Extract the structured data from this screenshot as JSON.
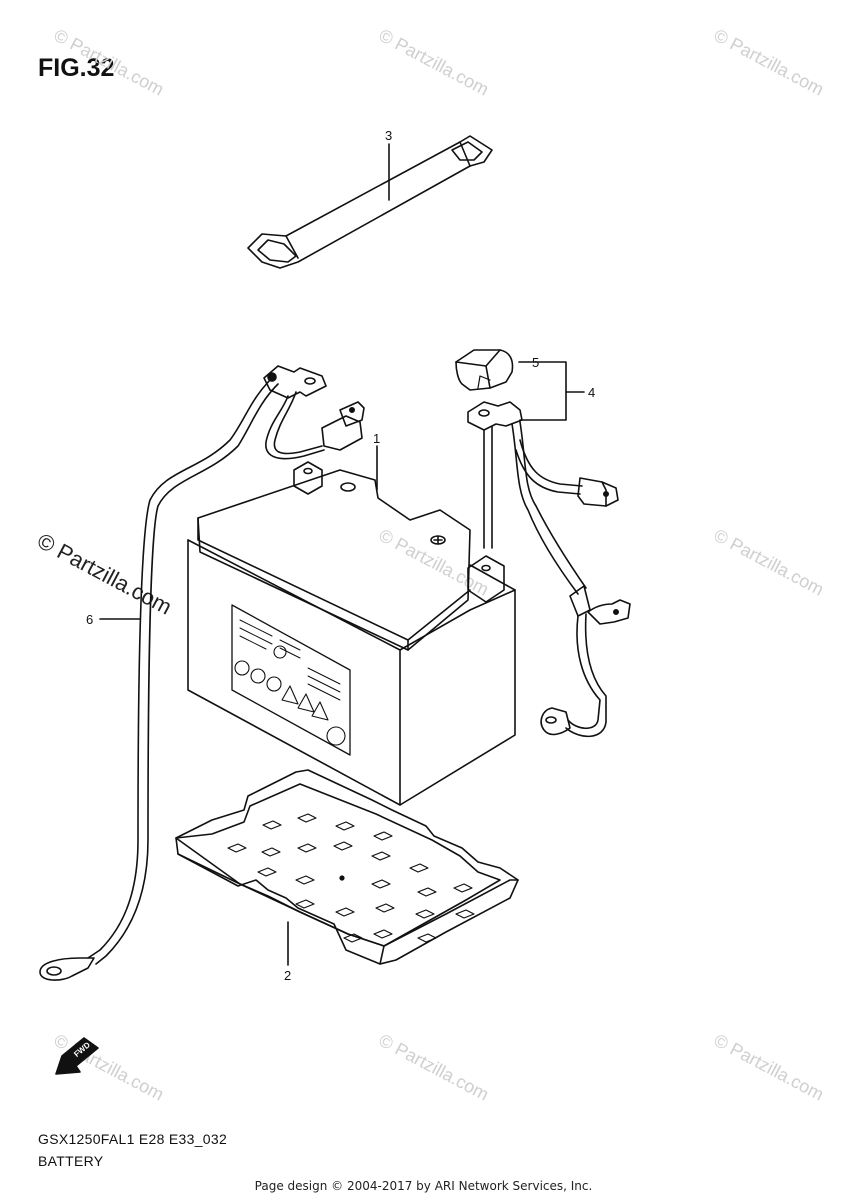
{
  "figure": {
    "title": "FIG.32",
    "model_code": "GSX1250FAL1 E28 E33_032",
    "name": "BATTERY"
  },
  "callouts": [
    {
      "id": "1",
      "label": "1"
    },
    {
      "id": "2",
      "label": "2"
    },
    {
      "id": "3",
      "label": "3"
    },
    {
      "id": "4",
      "label": "4"
    },
    {
      "id": "5",
      "label": "5"
    },
    {
      "id": "6",
      "label": "6"
    }
  ],
  "fwd_label": "FWD",
  "watermark": "© Partzilla.com",
  "footer": "Page design © 2004-2017 by ARI Network Services, Inc.",
  "colors": {
    "line": "#111111",
    "watermark": "#cfcfcf"
  }
}
